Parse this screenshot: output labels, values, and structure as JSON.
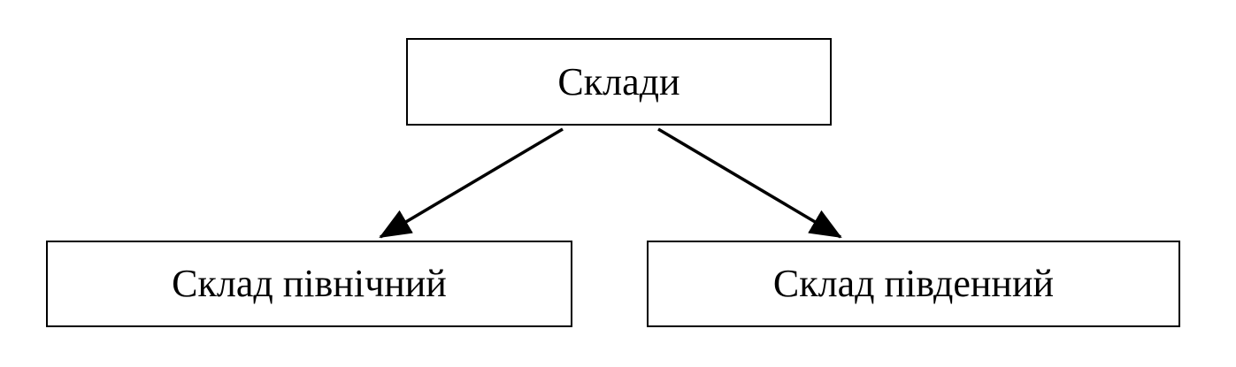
{
  "diagram": {
    "root": {
      "label": "Склади"
    },
    "children": [
      {
        "label": "Склад північний"
      },
      {
        "label": "Склад південний"
      }
    ],
    "edges": [
      {
        "from": "root",
        "to": "children.0"
      },
      {
        "from": "root",
        "to": "children.1"
      }
    ],
    "colors": {
      "stroke": "#000000",
      "background": "#ffffff"
    }
  }
}
